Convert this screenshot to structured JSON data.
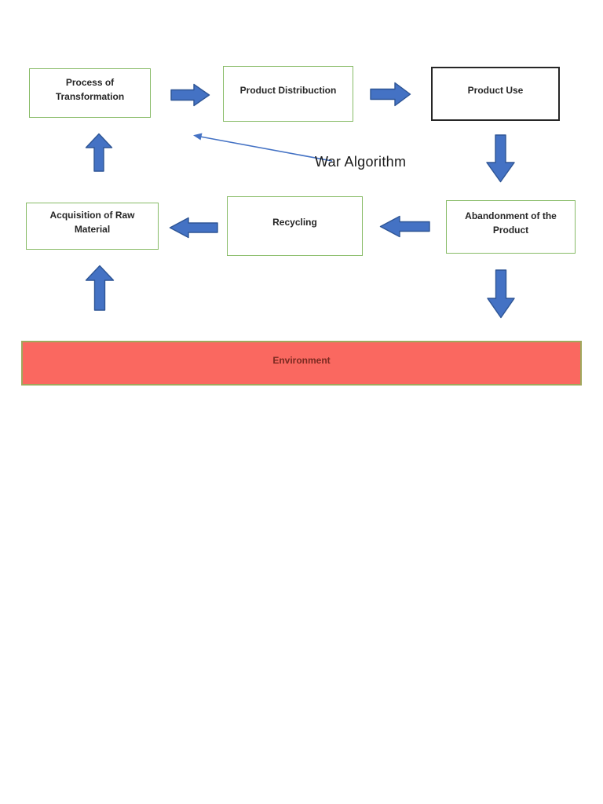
{
  "colors": {
    "arrow_fill": "#4472C4",
    "arrow_stroke": "#2E5595",
    "green_border": "#87BB66",
    "black_border": "#262626",
    "label_text": "#262626",
    "environment_fill": "#FA6860",
    "environment_border": "#A0A85C",
    "environment_text": "#7A2A21",
    "thin_arrow": "#4472C4"
  },
  "diagram": {
    "nodes": [
      {
        "id": "process-of-transformation",
        "label": "Process of Transformation"
      },
      {
        "id": "product-distribuction",
        "label": "Product Distribuction"
      },
      {
        "id": "product-use",
        "label": "Product Use"
      },
      {
        "id": "acquisition-of-raw-material",
        "label": "Acquisition of Raw Material"
      },
      {
        "id": "recycling",
        "label": "Recycling"
      },
      {
        "id": "abandonment-of-the-product",
        "label": "Abandonment of the Product"
      },
      {
        "id": "environment",
        "label": "Environment"
      }
    ],
    "annotation": {
      "label": "War Algorithm"
    }
  }
}
